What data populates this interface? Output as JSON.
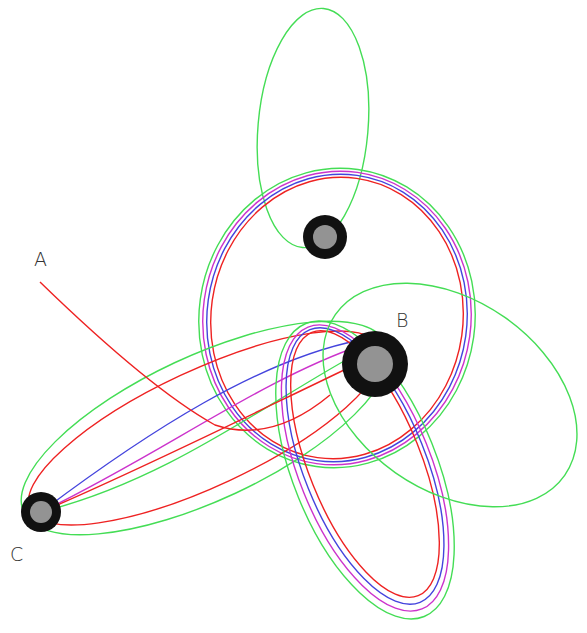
{
  "diagram": {
    "labels": [
      "A",
      "B",
      "C"
    ]
  }
}
